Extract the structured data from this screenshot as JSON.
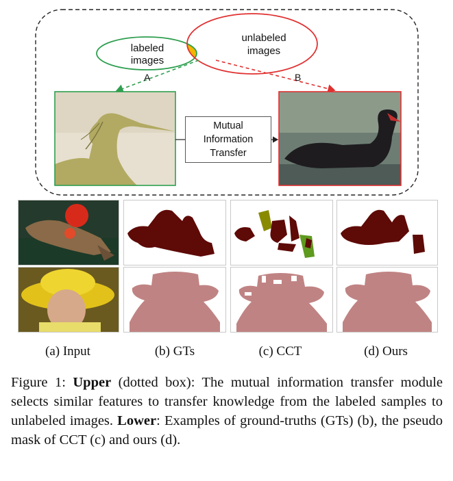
{
  "diagram": {
    "labeled_label_line1": "labeled",
    "labeled_label_line2": "images",
    "unlabeled_label_line1": "unlabeled",
    "unlabeled_label_line2": "images",
    "arrow_a_label": "A",
    "arrow_b_label": "B",
    "mit_line1": "Mutual",
    "mit_line2": "Information",
    "mit_line3": "Transfer",
    "colors": {
      "labeled": "#2e9e4f",
      "unlabeled": "#e03030",
      "overlap": "#f2b500"
    }
  },
  "grid": {
    "columns": [
      "(a) Input",
      "(b) GTs",
      "(c) CCT",
      "(d) Ours"
    ],
    "mask_colors": {
      "cat": "#5e0a07",
      "person": "#c08383",
      "plant": "#5e9a1e",
      "bottle": "#8a8a00"
    }
  },
  "caption": {
    "prefix": "Figure 1: ",
    "upper_bold": "Upper",
    "upper_text": " (dotted box): The mutual information transfer module selects similar features to transfer knowledge from the labeled samples to unlabeled images. ",
    "lower_bold": "Lower",
    "lower_text": ": Examples of ground-truths (GTs) (b), the pseudo mask of CCT (c) and ours (d)."
  }
}
